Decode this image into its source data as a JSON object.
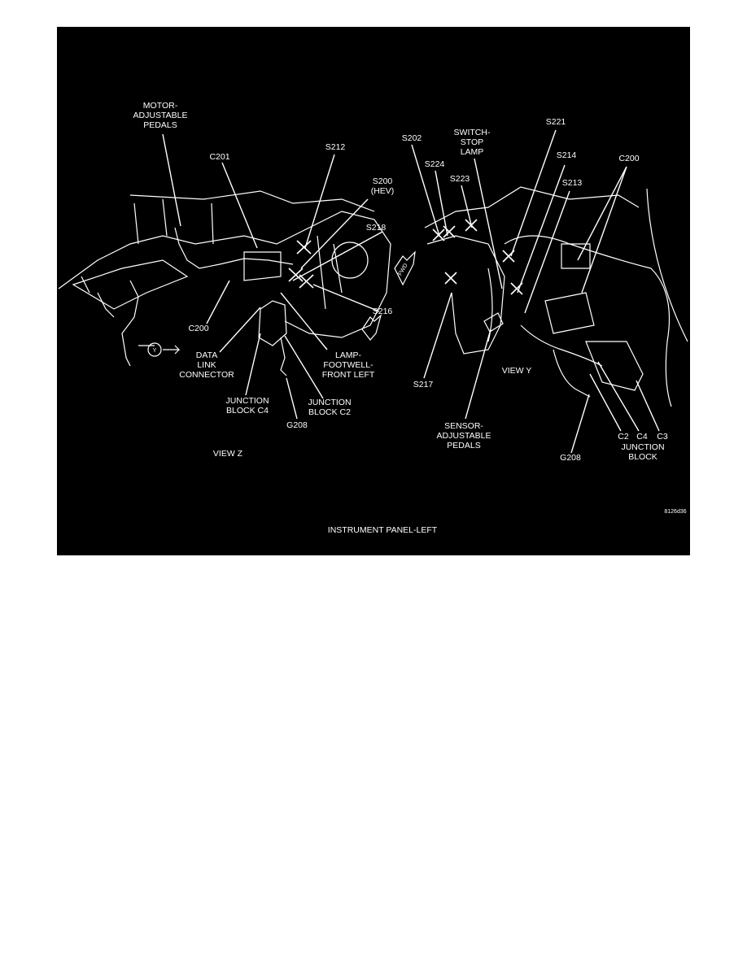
{
  "figure": {
    "caption": "INSTRUMENT PANEL-LEFT",
    "figure_id": "8126d36",
    "view_z": {
      "title": "VIEW Z",
      "labels": {
        "motor_adjustable_pedals": [
          "MOTOR-",
          "ADJUSTABLE",
          "PEDALS"
        ],
        "c201": "C201",
        "s212": "S212",
        "s200": [
          "S200",
          "(HEV)"
        ],
        "s218": "S218",
        "s216": "S216",
        "c200": "C200",
        "data_link_connector": [
          "DATA",
          "LINK",
          "CONNECTOR"
        ],
        "lamp_footwell": [
          "LAMP-",
          "FOOTWELL-",
          "FRONT LEFT"
        ],
        "junction_block_c4": [
          "JUNCTION",
          "BLOCK C4"
        ],
        "junction_block_c2": [
          "JUNCTION",
          "BLOCK C2"
        ],
        "g208": "G208",
        "view_marker": "Y",
        "fwd": "FWD"
      }
    },
    "view_y": {
      "title": "VIEW Y",
      "labels": {
        "s202": "S202",
        "switch_stop_lamp": [
          "SWITCH-",
          "STOP",
          "LAMP"
        ],
        "s224": "S224",
        "s223": "S223",
        "s221": "S221",
        "s214": "S214",
        "s213": "S213",
        "c200": "C200",
        "s217": "S217",
        "sensor_adjustable_pedals": [
          "SENSOR-",
          "ADJUSTABLE",
          "PEDALS"
        ],
        "g208": "G208",
        "c2": "C2",
        "c4": "C4",
        "c3": "C3",
        "junction_block": [
          "JUNCTION",
          "BLOCK"
        ]
      }
    }
  }
}
